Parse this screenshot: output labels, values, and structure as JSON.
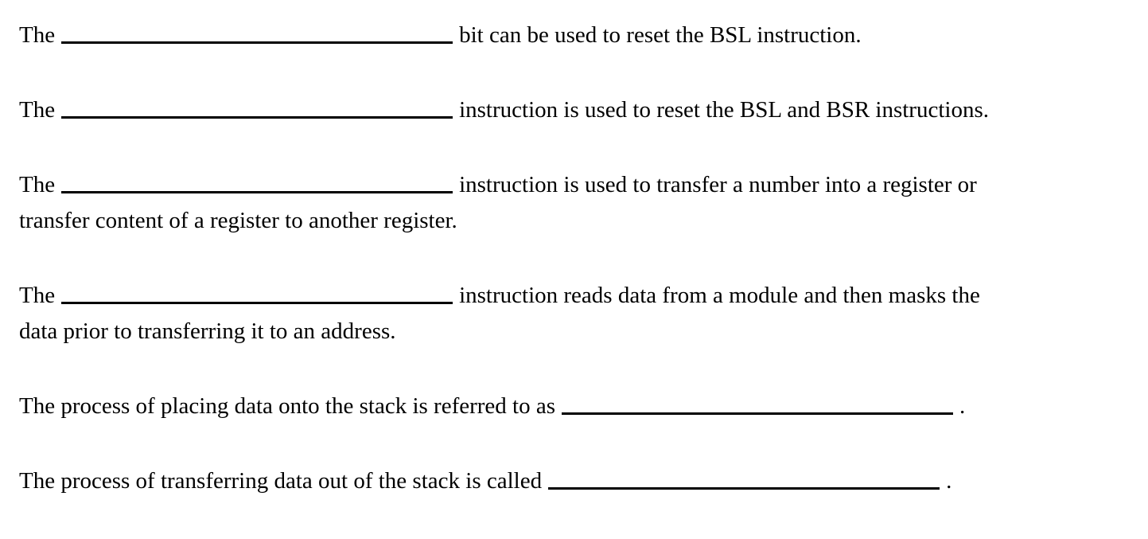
{
  "document": {
    "background": "#ffffff",
    "text_color": "#000000",
    "questions": [
      {
        "before": "The",
        "after": "bit can be used to reset the BSL instruction."
      },
      {
        "before": "The",
        "after": "instruction is used to reset the BSL and BSR instructions."
      },
      {
        "before": "The",
        "after": "instruction is used to transfer a number into a register or",
        "line2": "transfer content of a register to another register."
      },
      {
        "before": "The",
        "after": "instruction reads data from a module and then masks the",
        "line2": "data prior to transferring it to an address."
      },
      {
        "before": "The process of placing data onto the stack is referred to as",
        "after": "."
      },
      {
        "before": "The process of transferring data out of the stack is called",
        "after": "."
      }
    ]
  }
}
